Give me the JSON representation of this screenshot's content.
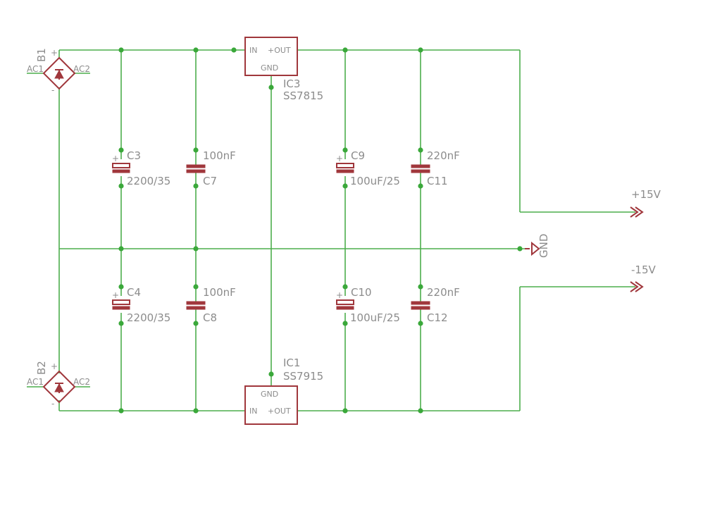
{
  "parts": {
    "b1": {
      "name": "B1",
      "ac1": "AC1",
      "ac2": "AC2",
      "plus": "+",
      "minus": "-"
    },
    "b2": {
      "name": "B2",
      "ac1": "AC1",
      "ac2": "AC2",
      "plus": "+",
      "minus": "-"
    },
    "c3": {
      "name": "C3",
      "value": "2200/35",
      "pol": "+"
    },
    "c4": {
      "name": "C4",
      "value": "2200/35",
      "pol": "+"
    },
    "c7": {
      "name": "C7",
      "value": "100nF"
    },
    "c8": {
      "name": "C8",
      "value": "100nF"
    },
    "c9": {
      "name": "C9",
      "value": "100uF/25",
      "pol": "+"
    },
    "c10": {
      "name": "C10",
      "value": "100uF/25",
      "pol": "+"
    },
    "c11": {
      "name": "C11",
      "value": "220nF"
    },
    "c12": {
      "name": "C12",
      "value": "220nF"
    },
    "ic3": {
      "name": "IC3",
      "value": "SS7815",
      "in": "IN",
      "out": "+OUT",
      "gnd": "GND"
    },
    "ic1": {
      "name": "IC1",
      "value": "SS7915",
      "in": "IN",
      "out": "+OUT",
      "gnd": "GND"
    }
  },
  "nets": {
    "pos": "+15V",
    "neg": "-15V",
    "gnd": "GND"
  },
  "colors": {
    "wire": "#4cae4c",
    "part": "#a0373c",
    "text": "#8c8c8c",
    "junction": "#3aa83a"
  }
}
